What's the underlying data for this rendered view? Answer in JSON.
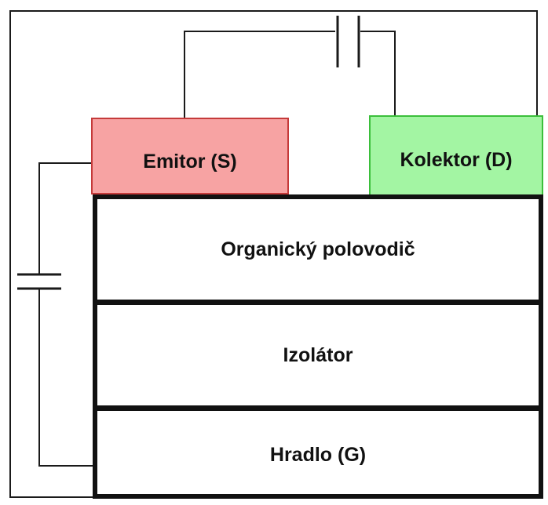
{
  "diagram": {
    "emitter": {
      "label": "Emitor (S)",
      "fill": "#f7a3a3"
    },
    "collector": {
      "label": "Kolektor (D)",
      "fill": "#a3f5a3"
    },
    "layers": [
      {
        "label": "Organický polovodič"
      },
      {
        "label": "Izolátor"
      },
      {
        "label": "Hradlo (G)"
      }
    ],
    "colors": {
      "emitter_border": "#c53a3a",
      "collector_border": "#3bbf3b",
      "line": "#1a1a1a"
    },
    "icons": {
      "top_source": "battery-icon",
      "left_source": "battery-icon"
    }
  }
}
